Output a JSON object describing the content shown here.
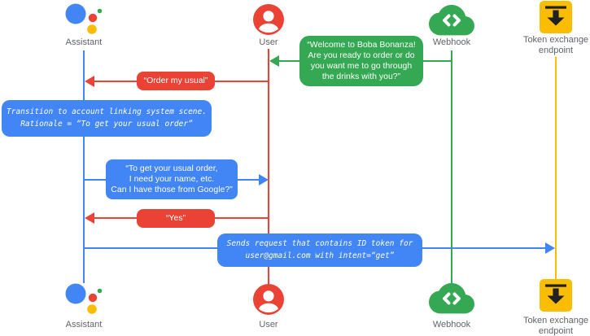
{
  "diagram": {
    "type": "sequence-diagram",
    "colors": {
      "assistant_blue": "#4285F4",
      "user_red": "#EA4335",
      "webhook_green": "#34A853",
      "token_yellow": "#FBBC04",
      "label_gray": "#5F6368",
      "bubble_text": "#FFFFFF"
    },
    "actors": [
      {
        "id": "assistant",
        "label": "Assistant",
        "icon": "google-assistant-icon",
        "color": "#4285F4"
      },
      {
        "id": "user",
        "label": "User",
        "icon": "user-icon",
        "color": "#EA4335"
      },
      {
        "id": "webhook",
        "label": "Webhook",
        "icon": "webhook-cloud-icon",
        "color": "#34A853"
      },
      {
        "id": "token",
        "label": "Token exchange\nendpoint",
        "icon": "token-exchange-icon",
        "color": "#FBBC04"
      }
    ],
    "messages": [
      {
        "from": "Webhook",
        "to": "User",
        "style": "speech",
        "color": "#34A853",
        "text": "“Welcome to Boba Bonanza!\nAre you ready to order or do\nyou want me to go through\nthe drinks with you?”"
      },
      {
        "from": "User",
        "to": "Assistant",
        "style": "speech",
        "color": "#EA4335",
        "text": "“Order my usual”"
      },
      {
        "from": "Assistant",
        "to": "Assistant",
        "style": "system-note",
        "color": "#4285F4",
        "text": "Transition to account linking system scene.\nRationale = “To get your usual order”"
      },
      {
        "from": "Assistant",
        "to": "User",
        "style": "speech",
        "color": "#4285F4",
        "text": "“To get your usual order,\nI need your name, etc.\nCan I have those from Google?”"
      },
      {
        "from": "User",
        "to": "Assistant",
        "style": "speech",
        "color": "#EA4335",
        "text": "“Yes”"
      },
      {
        "from": "Assistant",
        "to": "Token exchange endpoint",
        "style": "system-note",
        "color": "#4285F4",
        "text": "Sends request that contains ID token for\nuser@gmail.com with intent=“get”"
      }
    ]
  }
}
